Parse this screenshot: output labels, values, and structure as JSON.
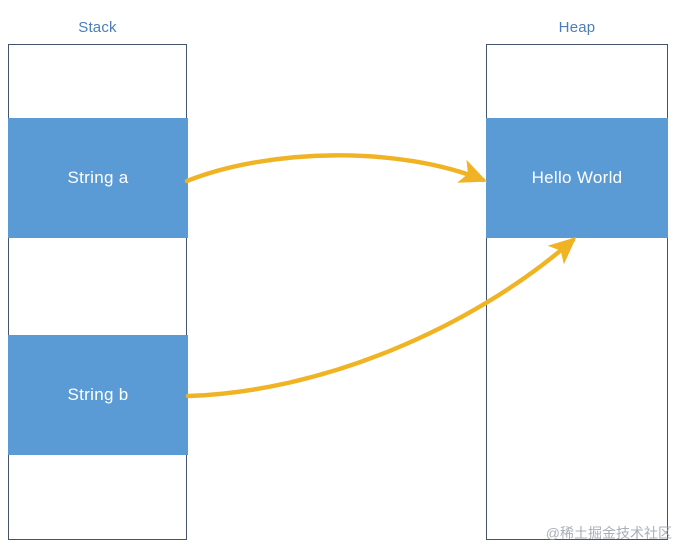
{
  "diagram": {
    "title_stack": "Stack",
    "title_heap": "Heap",
    "colors": {
      "slot_fill": "#5B9BD5",
      "region_border": "#44546A",
      "caption_text": "#4A7EBB",
      "slot_text": "#FFFFFF",
      "arrow": "#F0B323"
    }
  },
  "stack": {
    "caption": "Stack",
    "slots": [
      {
        "label": "String a",
        "name": "slot-string-a"
      },
      {
        "label": "String b",
        "name": "slot-string-b"
      }
    ]
  },
  "heap": {
    "caption": "Heap",
    "slots": [
      {
        "label": "Hello World",
        "name": "slot-hello-world"
      }
    ]
  },
  "arrows": [
    {
      "name": "arrow-string-a-to-hello-world",
      "from": "String a",
      "to": "Hello World"
    },
    {
      "name": "arrow-string-b-to-hello-world",
      "from": "String b",
      "to": "Hello World"
    }
  ],
  "watermark": {
    "text": "@稀土掘金技术社区"
  }
}
